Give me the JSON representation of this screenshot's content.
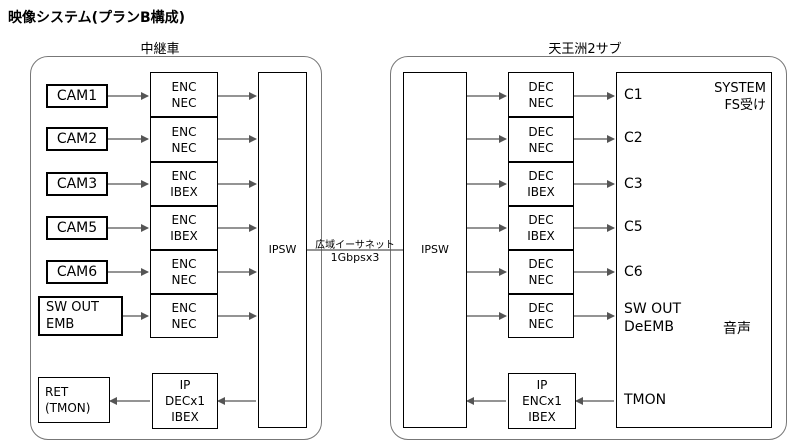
{
  "title": "映像システム(プランB構成)",
  "left_section": {
    "label": "中継車",
    "sources": [
      {
        "id": "cam1",
        "label": "CAM1"
      },
      {
        "id": "cam2",
        "label": "CAM2"
      },
      {
        "id": "cam3",
        "label": "CAM3"
      },
      {
        "id": "cam5",
        "label": "CAM5"
      },
      {
        "id": "cam6",
        "label": "CAM6"
      },
      {
        "id": "swout",
        "line1": "SW OUT",
        "line2": "EMB"
      }
    ],
    "encoders": [
      {
        "line1": "ENC",
        "line2": "NEC"
      },
      {
        "line1": "ENC",
        "line2": "NEC"
      },
      {
        "line1": "ENC",
        "line2": "IBEX"
      },
      {
        "line1": "ENC",
        "line2": "IBEX"
      },
      {
        "line1": "ENC",
        "line2": "NEC"
      },
      {
        "line1": "ENC",
        "line2": "NEC"
      }
    ],
    "switch": "IPSW",
    "ret": {
      "line1": "RET",
      "line2": "(TMON)"
    },
    "return_decoder": {
      "line1": "IP",
      "line2": "DECx1",
      "line3": "IBEX"
    }
  },
  "link": {
    "line1": "広域イーサネット",
    "line2": "1Gbpsx3"
  },
  "right_section": {
    "label": "天王洲2サブ",
    "switch": "IPSW",
    "decoders": [
      {
        "line1": "DEC",
        "line2": "NEC"
      },
      {
        "line1": "DEC",
        "line2": "NEC"
      },
      {
        "line1": "DEC",
        "line2": "IBEX"
      },
      {
        "line1": "DEC",
        "line2": "IBEX"
      },
      {
        "line1": "DEC",
        "line2": "NEC"
      },
      {
        "line1": "DEC",
        "line2": "NEC"
      }
    ],
    "system": {
      "line1": "SYSTEM",
      "line2": "FS受け"
    },
    "outputs": [
      "C1",
      "C2",
      "C3",
      "C5",
      "C6"
    ],
    "swout": {
      "line1": "SW OUT",
      "line2": "DeEMB"
    },
    "audio": "音声",
    "tmon": "TMON",
    "return_encoder": {
      "line1": "IP",
      "line2": "ENCx1",
      "line3": "IBEX"
    }
  },
  "colors": {
    "line": "#555555",
    "border": "#000000",
    "section_border": "#777777"
  }
}
